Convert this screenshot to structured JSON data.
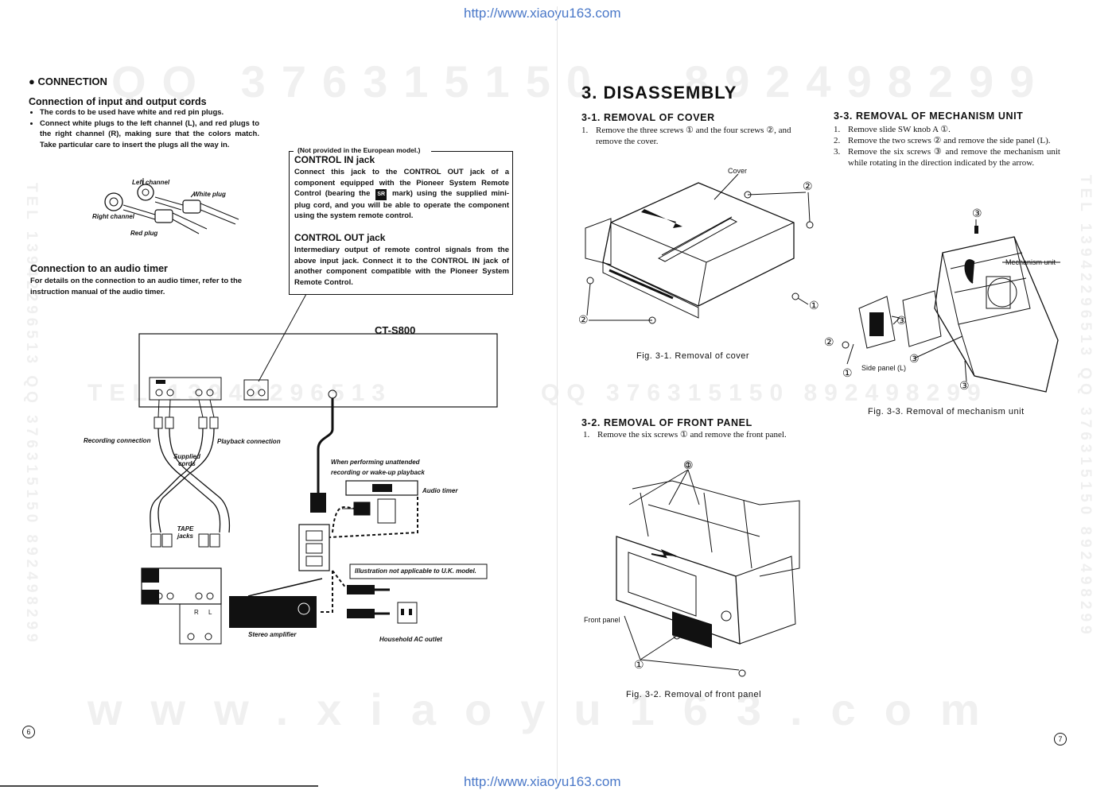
{
  "watermarks": {
    "qq_left": "QQ 376315150",
    "qq_right": "892498299",
    "tel_mid": "TEL 13942296513",
    "qq_mid": "QQ 376315150 892498299",
    "web": "www.xiaoyu163.com",
    "vert_right": "TEL 13942296513 QQ 376315150 892498299",
    "vert_left": "TEL 13942296513 QQ 376315150 892498299"
  },
  "url_top": "http://www.xiaoyu163.com",
  "url_bottom": "http://www.xiaoyu163.com",
  "left_page": {
    "connection_heading": "● CONNECTION",
    "io_heading": "Connection of input and output cords",
    "io_items": [
      "The cords to be used have white and red pin plugs.",
      "Connect white plugs to the left channel (L), and red plugs to the right channel (R), making sure that the colors match. Take particular care to insert the plugs all the way in."
    ],
    "plug_labels": {
      "left_channel": "Left channel",
      "white_plug": "White plug",
      "right_channel": "Right channel",
      "red_plug": "Red plug"
    },
    "timer_heading": "Connection to an audio timer",
    "timer_text": "For details on the connection to an audio timer, refer to the instruction manual of the audio timer.",
    "box": {
      "note": "(Not provided in the European model.)",
      "in_heading": "CONTROL IN jack",
      "in_text": "Connect this jack to the CONTROL OUT jack of a component equipped with the Pioneer System Remote Control (bearing the",
      "in_text2": "mark) using the supplied mini-plug cord, and you will be able to operate the component using the system remote control.",
      "mark": "SR",
      "out_heading": "CONTROL OUT jack",
      "out_text": "Intermediary output of remote control signals from the above input jack. Connect it to the CONTROL IN jack of another component compatible with the Pioneer System Remote Control."
    },
    "diagram": {
      "model": "CT-S800",
      "recording": "Recording connection",
      "playback": "Playback connection",
      "supplied": "Supplied cords",
      "tape": "TAPE jacks",
      "unattended": "When performing unattended recording or wake-up playback",
      "audio_timer": "Audio timer",
      "uk_note": "Illustration not applicable to U.K. model.",
      "amp": "Stereo amplifier",
      "outlet": "Household AC outlet",
      "r": "R",
      "l": "L"
    },
    "page_number": "6"
  },
  "right_page": {
    "title": "3. DISASSEMBLY",
    "s1": {
      "heading": "3-1. REMOVAL OF COVER",
      "steps": [
        {
          "n": "1.",
          "text": "Remove the three screws ① and the four screws ②, and remove the cover."
        }
      ],
      "cover_label": "Cover",
      "caption": "Fig. 3-1. Removal of cover"
    },
    "s2": {
      "heading": "3-2. REMOVAL OF FRONT PANEL",
      "steps": [
        {
          "n": "1.",
          "text": "Remove the six screws ① and remove the front panel."
        }
      ],
      "front_label": "Front panel",
      "caption": "Fig. 3-2. Removal of front panel"
    },
    "s3": {
      "heading": "3-3. REMOVAL OF MECHANISM UNIT",
      "steps": [
        {
          "n": "1.",
          "text": "Remove slide SW knob A ①."
        },
        {
          "n": "2.",
          "text": "Remove the two screws ② and remove the side panel (L)."
        },
        {
          "n": "3.",
          "text": "Remove the six screws ③ and remove the mechanism unit while rotating in the direction indicated by the arrow."
        }
      ],
      "mech_label": "Mechanism unit",
      "side_label": "Side panel (L)",
      "caption": "Fig. 3-3. Removal of mechanism unit"
    },
    "callouts": {
      "c1": "①",
      "c2": "②",
      "c3": "③"
    },
    "page_number": "7"
  }
}
